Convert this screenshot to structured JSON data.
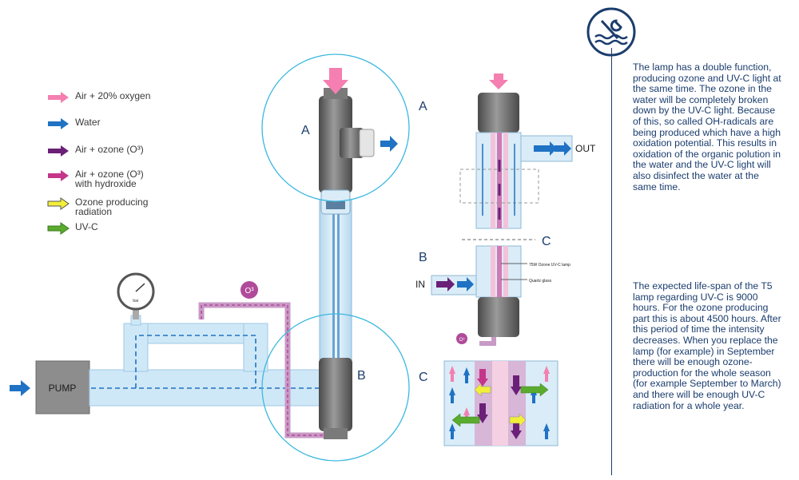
{
  "legend": [
    {
      "label": "Air + 20% oxygen",
      "color": "#f47fb0",
      "icon": "pink-arrow-icon"
    },
    {
      "label": "Water",
      "color": "#1f72c4",
      "icon": "blue-arrow-icon"
    },
    {
      "label": "Air + ozone (O³)",
      "color": "#6b2078",
      "icon": "purple-arrow-icon"
    },
    {
      "label": "Air + ozone (O³)\nwith hydroxide",
      "color": "#c4368a",
      "icon": "magenta-arrow-icon"
    },
    {
      "label": "Ozone producing\nradiation",
      "color": "#f2ef3a",
      "icon": "yellow-arrow-icon"
    },
    {
      "label": "UV-C",
      "color": "#5aab2e",
      "icon": "green-arrow-icon"
    }
  ],
  "labels": {
    "pump": "PUMP",
    "ozone": "O³",
    "ozone_small": "O³",
    "gauge": "bar",
    "section_a": "A",
    "section_b": "B",
    "section_c": "C",
    "out": "OUT",
    "in": "IN",
    "lamp": "75W Ozone UV-C lamp",
    "quartz": "Quartz glass"
  },
  "description": {
    "paragraph_1": "The lamp has a double function, producing ozone and UV-C light at the same time. The ozone in the water will be completely broken down by the UV-C light. Because of this, so called OH-radicals are being produced which have a high oxidation potential. This results in oxidation of the organic polution in the water and the UV-C light will also disinfect the water at the same time.",
    "paragraph_2": "The expected life-span of the T5 lamp regarding UV-C is 9000 hours. For the ozone producing part this is about 4500 hours. After this period of time the intensity decreases. When you replace the lamp (for example) in September there will be enough ozone-production for the whole season (for example September to March) and there will be enough UV-C radiation for a whole year."
  },
  "colors": {
    "navy": "#1b3d6e",
    "water_blue": "#1f72c4",
    "pipe_fill": "#cfe8f7",
    "circle": "#3bb8e0",
    "pink": "#f47fb0",
    "purple": "#6b2078",
    "magenta": "#c4368a",
    "yellow": "#f2ef3a",
    "green": "#5aab2e"
  }
}
